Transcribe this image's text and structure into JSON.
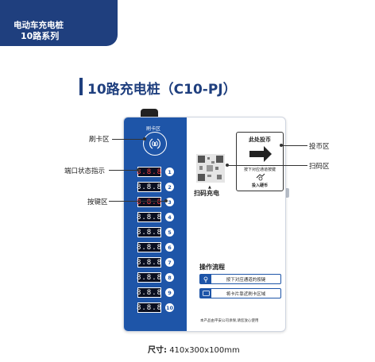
{
  "banner": {
    "line1": "电动车充电桩",
    "line2": "10路系列"
  },
  "heading": "10路充电桩（C10-PJ）",
  "device": {
    "card_zone_label": "刷卡区",
    "ports": [
      {
        "num": "1",
        "display": "8.8.8",
        "active": true
      },
      {
        "num": "2",
        "display": "8.8.8",
        "active": false
      },
      {
        "num": "3",
        "display": "8.8.8",
        "active": true
      },
      {
        "num": "4",
        "display": "8.8.8",
        "active": false
      },
      {
        "num": "5",
        "display": "8.8.8",
        "active": false
      },
      {
        "num": "6",
        "display": "8.8.8",
        "active": false
      },
      {
        "num": "7",
        "display": "8.8.8",
        "active": false
      },
      {
        "num": "8",
        "display": "8.8.8",
        "active": false
      },
      {
        "num": "9",
        "display": "8.8.8",
        "active": false
      },
      {
        "num": "10",
        "display": "8.8.8",
        "active": false
      }
    ],
    "coin": {
      "title": "此处投币",
      "sub1": "按下对应通道按键",
      "sub2": "投入硬币"
    },
    "qr_label": "扫码充电",
    "process": {
      "title": "操作流程",
      "step1": "按下对应通道的按键",
      "step2": "将卡片靠近刷卡区域"
    },
    "footnote": "本产品由平安公司承保,请您放心使用"
  },
  "callouts": {
    "card": "刷卡区",
    "port_status": "端口状态指示",
    "keys": "按键区",
    "coin": "投币区",
    "scan": "扫码区"
  },
  "spec": {
    "label": "尺寸:",
    "value": "410x300x100mm"
  },
  "colors": {
    "brand_dark": "#1f3f7e",
    "panel_blue": "#1e55a8",
    "led_red": "#ff4040"
  }
}
